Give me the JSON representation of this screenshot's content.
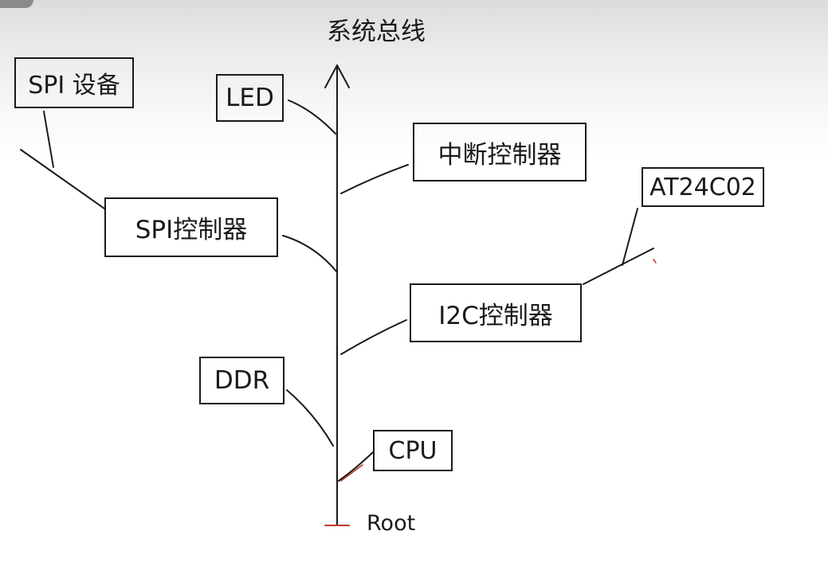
{
  "title": "系统总线",
  "root_label": "Root",
  "nodes": {
    "spi_device": "SPI 设备",
    "led": "LED",
    "interrupt_controller": "中断控制器",
    "spi_controller": "SPI控制器",
    "at24c02": "AT24C02",
    "i2c_controller": "I2C控制器",
    "ddr": "DDR",
    "cpu": "CPU"
  },
  "colors": {
    "ink": "#1a1a1a",
    "accent": "#c0392b"
  }
}
